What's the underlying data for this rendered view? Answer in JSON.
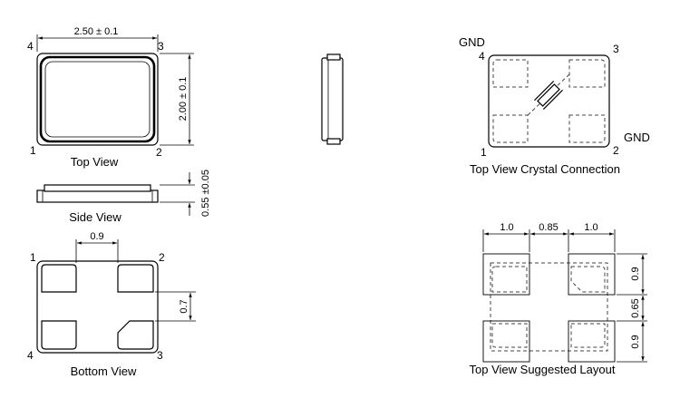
{
  "top_view": {
    "title": "Top View",
    "width_dim": "2.50 ± 0.1",
    "height_dim": "2.00 ± 0.1",
    "pins": [
      "1",
      "2",
      "3",
      "4"
    ]
  },
  "side_view": {
    "title": "Side View",
    "thickness_dim": "0.55 ±0.05"
  },
  "bottom_view": {
    "title": "Bottom View",
    "pad_gap_dim": "0.9",
    "pad_spacing_dim": "0.7",
    "pins": [
      "1",
      "2",
      "3",
      "4"
    ]
  },
  "crystal_connection": {
    "title": "Top View Crystal Connection",
    "gnd_label": "GND",
    "pins": [
      "1",
      "2",
      "3",
      "4"
    ]
  },
  "suggested_layout": {
    "title": "Top View Suggested Layout",
    "horizontal_dims": [
      "1.0",
      "0.85",
      "1.0"
    ],
    "vertical_dims": [
      "0.9",
      "0.65",
      "0.9"
    ]
  }
}
